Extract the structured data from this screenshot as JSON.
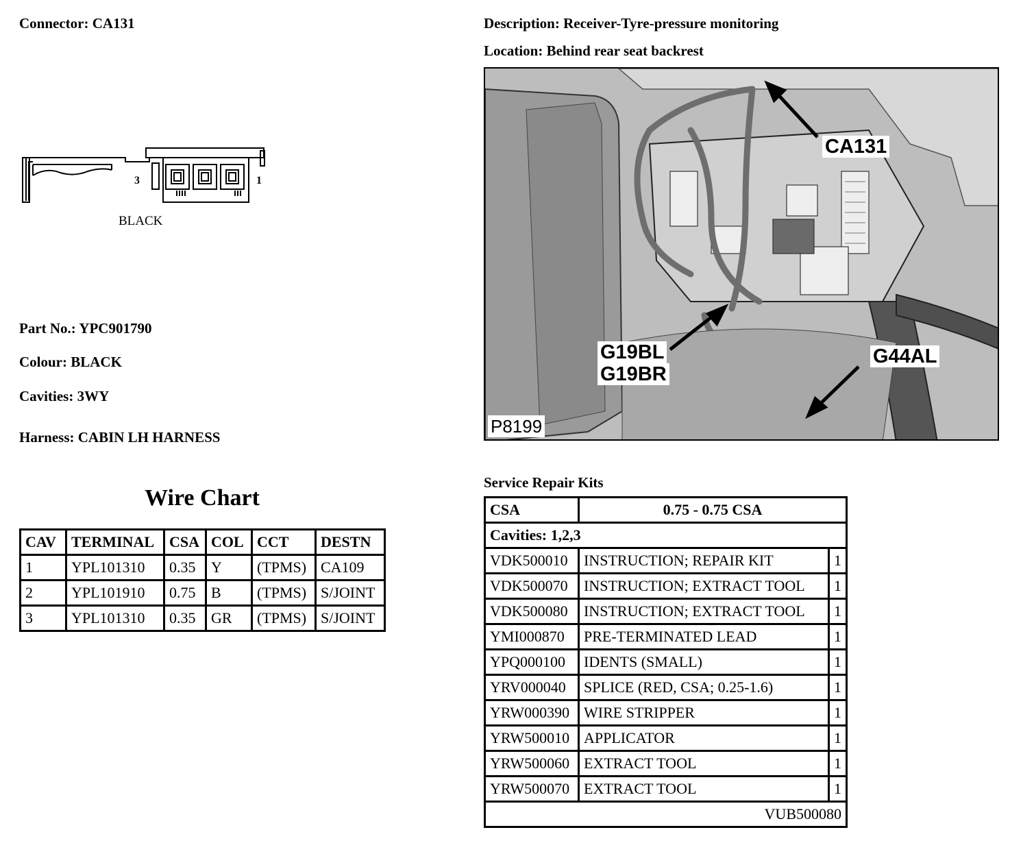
{
  "header": {
    "connector_label": "Connector:",
    "connector_value": "CA131",
    "description_label": "Description:",
    "description_value": "Receiver-Tyre-pressure monitoring",
    "location_label": "Location:",
    "location_value": "Behind rear seat backrest"
  },
  "connector_drawing": {
    "pin_left": "3",
    "pin_right": "1",
    "colour_text": "BLACK"
  },
  "details": {
    "part_label": "Part No.:",
    "part_value": "YPC901790",
    "colour_label": "Colour:",
    "colour_value": "BLACK",
    "cavities_label": "Cavities:",
    "cavities_value": "3WY",
    "harness_label": "Harness:",
    "harness_value": "CABIN LH HARNESS"
  },
  "photo": {
    "callout_ca131": "CA131",
    "callout_g19bl": "G19BL",
    "callout_g19br": "G19BR",
    "callout_g44al": "G44AL",
    "figure_id": "P8199"
  },
  "wire_chart": {
    "title": "Wire Chart",
    "headers": [
      "CAV",
      "TERMINAL",
      "CSA",
      "COL",
      "CCT",
      "DESTN"
    ],
    "rows": [
      [
        "1",
        "YPL101310",
        "0.35",
        "Y",
        "(TPMS)",
        "CA109"
      ],
      [
        "2",
        "YPL101910",
        "0.75",
        "B",
        "(TPMS)",
        "S/JOINT"
      ],
      [
        "3",
        "YPL101310",
        "0.35",
        "GR",
        "(TPMS)",
        "S/JOINT"
      ]
    ]
  },
  "service_kits": {
    "title": "Service Repair Kits",
    "csa_label": "CSA",
    "csa_value": "0.75 - 0.75 CSA",
    "cavities_text": "Cavities: 1,2,3",
    "items": [
      [
        "VDK500010",
        "INSTRUCTION; REPAIR KIT",
        "1"
      ],
      [
        "VDK500070",
        "INSTRUCTION; EXTRACT TOOL",
        "1"
      ],
      [
        "VDK500080",
        "INSTRUCTION; EXTRACT TOOL",
        "1"
      ],
      [
        "YMI000870",
        "PRE-TERMINATED LEAD",
        "1"
      ],
      [
        "YPQ000100",
        "IDENTS (SMALL)",
        "1"
      ],
      [
        "YRV000040",
        "SPLICE (RED, CSA; 0.25-1.6)",
        "1"
      ],
      [
        "YRW000390",
        "WIRE STRIPPER",
        "1"
      ],
      [
        "YRW500010",
        "APPLICATOR",
        "1"
      ],
      [
        "YRW500060",
        "EXTRACT TOOL",
        "1"
      ],
      [
        "YRW500070",
        "EXTRACT TOOL",
        "1"
      ]
    ],
    "footer": "VUB500080"
  }
}
